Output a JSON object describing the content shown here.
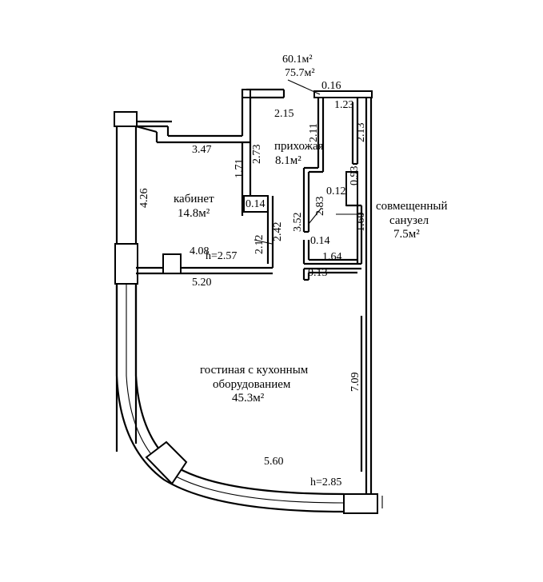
{
  "totals": {
    "living_area": "60.1м²",
    "total_area": "75.7м²"
  },
  "rooms": {
    "study": {
      "name": "кабинет",
      "area": "14.8м²",
      "height": "h=2.57"
    },
    "hall": {
      "name": "прихожая",
      "area": "8.1м²"
    },
    "bathroom": {
      "name_line1": "совмещенный",
      "name_line2": "санузел",
      "area": "7.5м²"
    },
    "living": {
      "name_line1": "гостиная с кухонным",
      "name_line2": "оборудованием",
      "area": "45.3м²",
      "height": "h=2.85"
    }
  },
  "dims": {
    "d016": "0.16",
    "d123": "1.23",
    "d215": "2.15",
    "d211": "2.11",
    "d213": "2.13",
    "d347": "3.47",
    "d273": "2.73",
    "d171": "1.71",
    "d426": "4.26",
    "d014a": "0.14",
    "d093": "0.93",
    "d012": "0.12",
    "d283": "2.83",
    "d352": "3.52",
    "d160": "1.60",
    "d242": "2.42",
    "d212": "2.12",
    "d408": "4.08",
    "d014b": "0.14",
    "d164": "1.64",
    "d013": "0.13",
    "d520": "5.20",
    "d709": "7.09",
    "d560": "5.60"
  }
}
